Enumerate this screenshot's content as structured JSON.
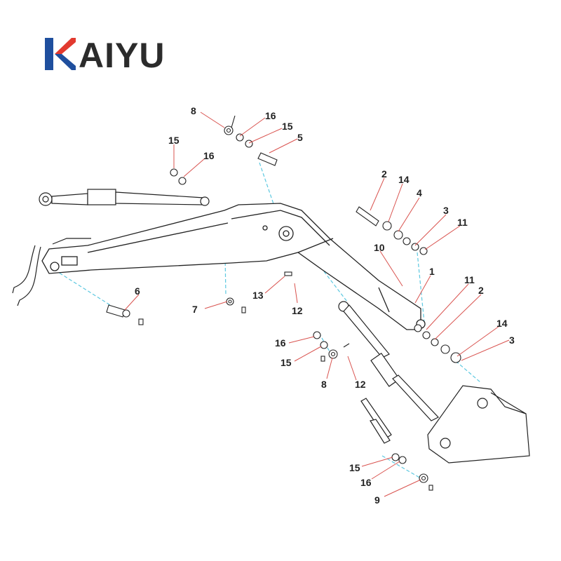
{
  "brand": {
    "name": "KAIYU",
    "wordmark": "AIYU",
    "colors": {
      "red": "#e23a2f",
      "blue": "#1f4f9e",
      "text": "#2b2b2b"
    }
  },
  "diagram": {
    "line_color": "#222222",
    "leader_color": "#d9534f",
    "axis_color": "#5cc8e0",
    "callouts": [
      {
        "id": "c1",
        "label": "8"
      },
      {
        "id": "c2",
        "label": "16"
      },
      {
        "id": "c3",
        "label": "15"
      },
      {
        "id": "c4",
        "label": "5"
      },
      {
        "id": "c5",
        "label": "15"
      },
      {
        "id": "c6",
        "label": "16"
      },
      {
        "id": "c7",
        "label": "2"
      },
      {
        "id": "c8",
        "label": "14"
      },
      {
        "id": "c9",
        "label": "4"
      },
      {
        "id": "c10",
        "label": "3"
      },
      {
        "id": "c11",
        "label": "11"
      },
      {
        "id": "c12",
        "label": "10"
      },
      {
        "id": "c13",
        "label": "1"
      },
      {
        "id": "c14",
        "label": "11"
      },
      {
        "id": "c15",
        "label": "2"
      },
      {
        "id": "c16",
        "label": "14"
      },
      {
        "id": "c17",
        "label": "3"
      },
      {
        "id": "c18",
        "label": "6"
      },
      {
        "id": "c19",
        "label": "7"
      },
      {
        "id": "c20",
        "label": "13"
      },
      {
        "id": "c21",
        "label": "12"
      },
      {
        "id": "c22",
        "label": "16"
      },
      {
        "id": "c23",
        "label": "15"
      },
      {
        "id": "c24",
        "label": "8"
      },
      {
        "id": "c25",
        "label": "12"
      },
      {
        "id": "c26",
        "label": "15"
      },
      {
        "id": "c27",
        "label": "16"
      },
      {
        "id": "c28",
        "label": "9"
      }
    ]
  }
}
